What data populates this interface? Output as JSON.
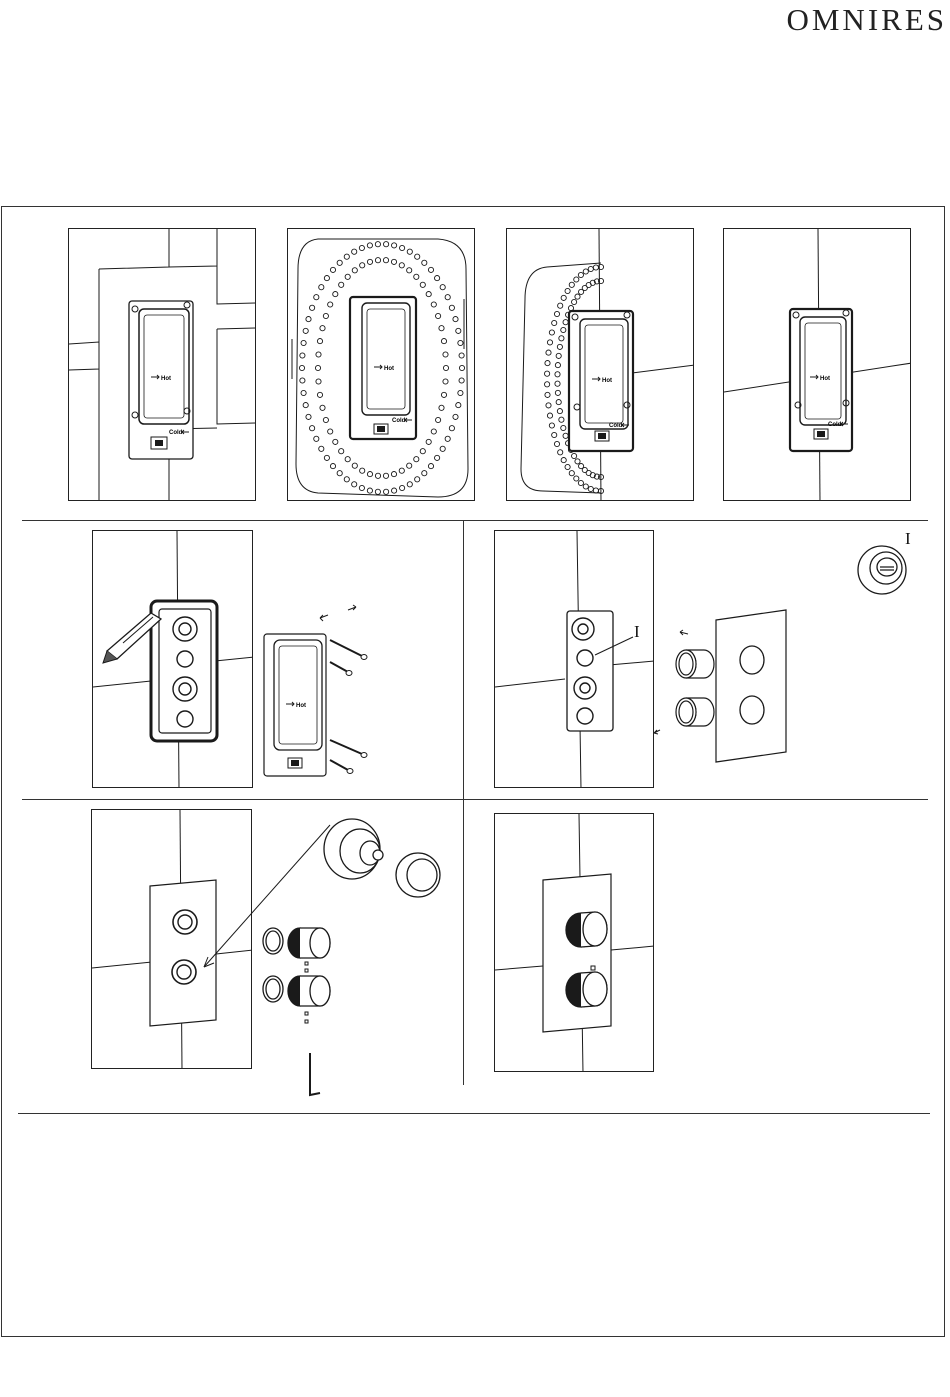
{
  "header": {
    "brand": "OMNIRES"
  },
  "labels": {
    "hot": "Hot",
    "cold": "Cold"
  },
  "callouts": {
    "part_i": "I"
  },
  "colors": {
    "line": "#1a1a1a",
    "background": "#ffffff"
  }
}
